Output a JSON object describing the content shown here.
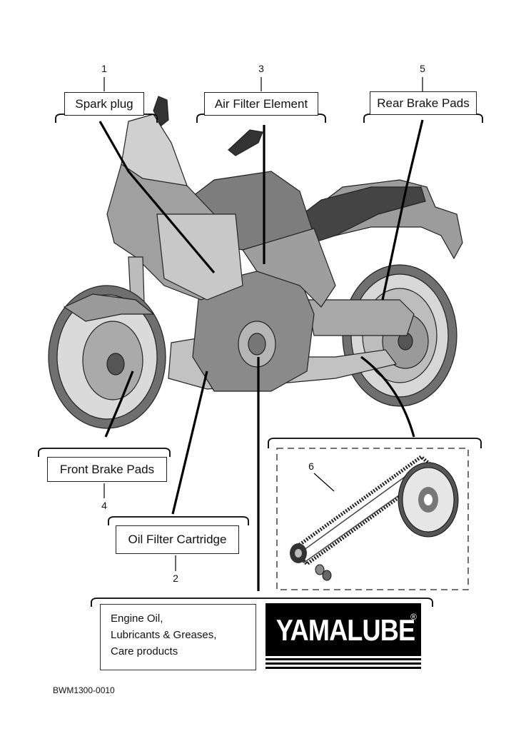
{
  "callouts": [
    {
      "number": "1",
      "label": "Spark plug"
    },
    {
      "number": "3",
      "label": "Air Filter Element"
    },
    {
      "number": "5",
      "label": "Rear Brake Pads"
    },
    {
      "number": "4",
      "label": "Front Brake Pads"
    },
    {
      "number": "2",
      "label": "Oil Filter Cartridge"
    },
    {
      "number": "6",
      "label": ""
    }
  ],
  "products_box": {
    "lines": [
      "Engine Oil,",
      "Lubricants & Greases,",
      "Care products"
    ]
  },
  "logo": {
    "text": "YAMALUBE",
    "registered_mark": "®"
  },
  "document_id": "BWM1300-0010",
  "colors": {
    "ink": "#111111",
    "paper": "#ffffff",
    "bike_shade": "#b9b9b9"
  }
}
